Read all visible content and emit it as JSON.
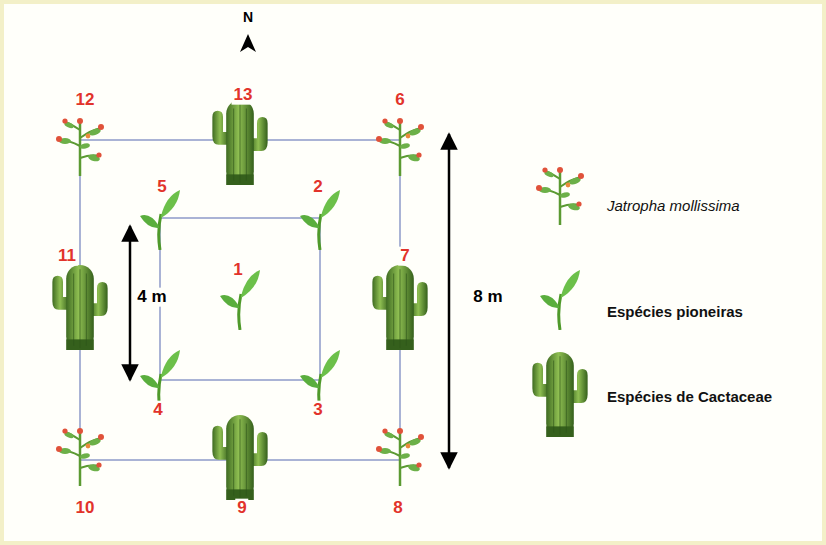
{
  "diagram": {
    "labels": [
      "N",
      "1",
      "2",
      "3",
      "4",
      "5",
      "6",
      "7",
      "8",
      "9",
      "10",
      "11",
      "12",
      "13",
      "4 m",
      "8 m"
    ],
    "legend": [
      {
        "text": "Jatropha mollissima"
      },
      {
        "text": "Espécies pioneiras"
      },
      {
        "text": "Espécies de Cactaceae"
      }
    ]
  }
}
